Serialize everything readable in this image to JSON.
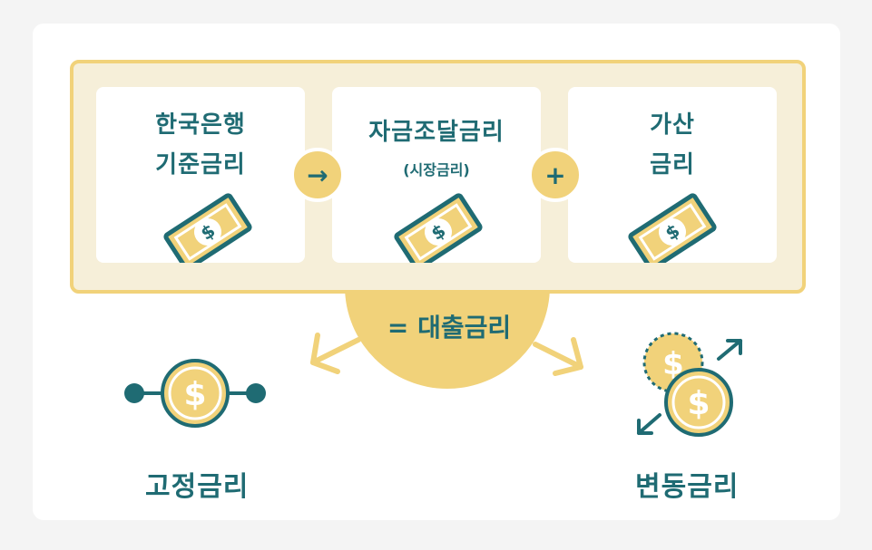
{
  "boxes": [
    {
      "line1": "한국은행",
      "line2": "기준금리",
      "sub": ""
    },
    {
      "line1": "자금조달금리",
      "line2": "",
      "sub": "(시장금리)"
    },
    {
      "line1": "가산",
      "line2": "금리",
      "sub": ""
    }
  ],
  "operators": {
    "arrow": "→",
    "plus": "+"
  },
  "result": "= 대출금리",
  "fixed_label": "고정금리",
  "variable_label": "변동금리",
  "currency_symbol": "$",
  "colors": {
    "teal": "#1f6b73",
    "yellow": "#f1d27a",
    "cream": "#f6efd9"
  }
}
